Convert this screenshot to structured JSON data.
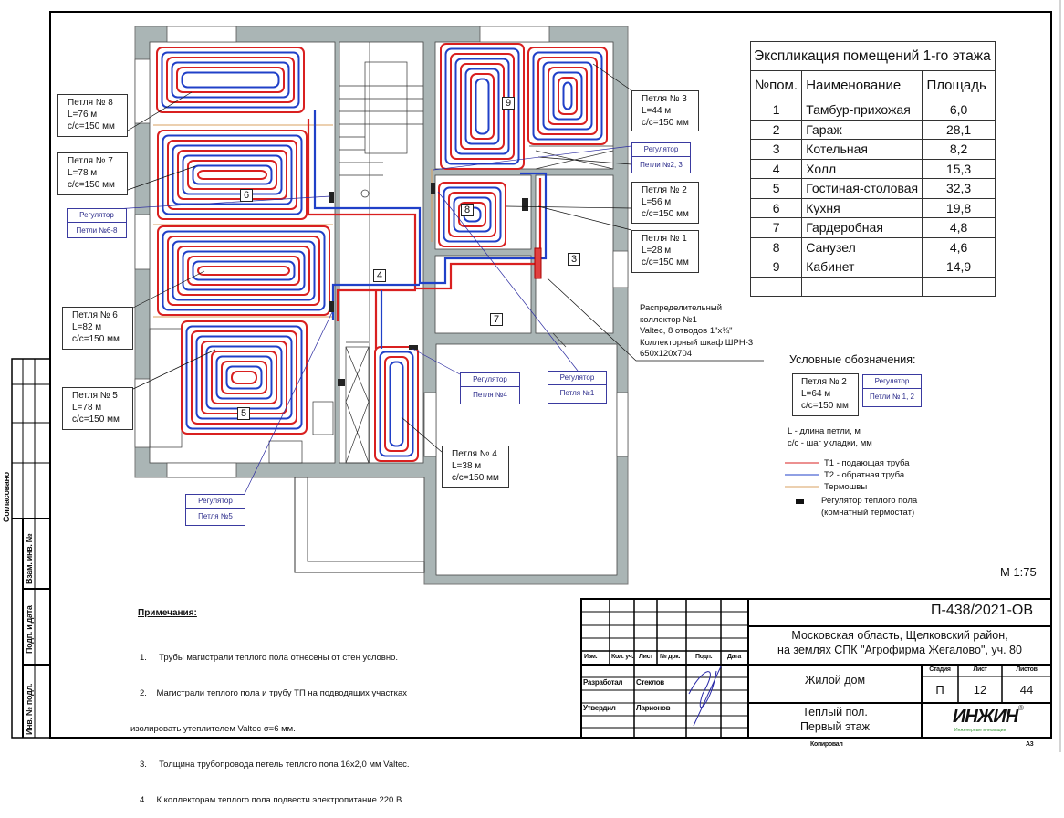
{
  "explication": {
    "title": "Экспликация помещений 1-го этажа",
    "headers": [
      "№пом.",
      "Наименование",
      "Площадь"
    ],
    "rows": [
      [
        "1",
        "Тамбур-прихожая",
        "6,0"
      ],
      [
        "2",
        "Гараж",
        "28,1"
      ],
      [
        "3",
        "Котельная",
        "8,2"
      ],
      [
        "4",
        "Холл",
        "15,3"
      ],
      [
        "5",
        "Гостиная-столовая",
        "32,3"
      ],
      [
        "6",
        "Кухня",
        "19,8"
      ],
      [
        "7",
        "Гардеробная",
        "4,8"
      ],
      [
        "8",
        "Санузел",
        "4,6"
      ],
      [
        "9",
        "Кабинет",
        "14,9"
      ]
    ]
  },
  "loops": {
    "l8": {
      "name": "Петля № 8",
      "length": "L=76 м",
      "step": "с/с=150 мм"
    },
    "l7": {
      "name": "Петля № 7",
      "length": "L=78 м",
      "step": "с/с=150 мм"
    },
    "l6": {
      "name": "Петля № 6",
      "length": "L=82 м",
      "step": "с/с=150 мм"
    },
    "l5": {
      "name": "Петля № 5",
      "length": "L=78 м",
      "step": "с/с=150 мм"
    },
    "l4": {
      "name": "Петля № 4",
      "length": "L=38 м",
      "step": "с/с=150 мм"
    },
    "l3": {
      "name": "Петля № 3",
      "length": "L=44 м",
      "step": "с/с=150 мм"
    },
    "l2": {
      "name": "Петля № 2",
      "length": "L=56 м",
      "step": "с/с=150 мм"
    },
    "l1": {
      "name": "Петля № 1",
      "length": "L=28 м",
      "step": "с/с=150 мм"
    }
  },
  "regulators": {
    "r68": {
      "title": "Регулятор",
      "loops": "Петли №6-8"
    },
    "r23": {
      "title": "Регулятор",
      "loops": "Петли №2, 3"
    },
    "r5": {
      "title": "Регулятор",
      "loops": "Петля №5"
    },
    "r4": {
      "title": "Регулятор",
      "loops": "Петля №4"
    },
    "r1": {
      "title": "Регулятор",
      "loops": "Петля №1"
    }
  },
  "rooms": {
    "r9": "9",
    "r6": "6",
    "r8": "8",
    "r4": "4",
    "r3": "3",
    "r7": "7",
    "r5": "5"
  },
  "collector": {
    "lines": [
      "Распределительный",
      "коллектор №1",
      "Valtec, 8 отводов 1\"x¾\"",
      "Коллекторный шкаф ШРН-3",
      "650x120x704"
    ]
  },
  "legend": {
    "title": "Условные обозначения:",
    "sample_loop": {
      "name": "Петля № 2",
      "length": "L=64 м",
      "step": "с/с=150 мм"
    },
    "sample_regulator": {
      "title": "Регулятор",
      "loops": "Петли № 1, 2"
    },
    "l_desc": "L - длина петли, м",
    "cc_desc": "с/с - шаг укладки, мм",
    "t1": "Т1 - подающая труба",
    "t2": "Т2 - обратная труба",
    "seams": "Термошвы",
    "reg1": "Регулятор теплого пола",
    "reg2": "(комнатный термостат)",
    "colors": {
      "supply": "#d92020",
      "return": "#2040c8",
      "seams": "#d8a060"
    }
  },
  "scale": "М 1:75",
  "notes": {
    "title": "Примечания:",
    "items": [
      "1.     Трубы магистрали теплого пола отнесены от стен условно.",
      "2.    Магистрали теплого пола и трубу ТП на подводящих участках",
      "изолировать утеплителем Valtec σ=6 мм.",
      "3.     Толщина трубопровода петель теплого пола 16x2,0 мм Valtec.",
      "4.    К коллекторам теплого пола подвести электропитание 220 В."
    ]
  },
  "title_block": {
    "code": "П-438/2021-ОВ",
    "address1": "Московская область, Щелковский район,",
    "address2": "на землях СПК \"Агрофирма Жегалово\", уч. 80",
    "cols": [
      "Изм.",
      "Кол. уч.",
      "Лист",
      "№ док.",
      "Подп.",
      "Дата"
    ],
    "developed_label": "Разработал",
    "developed_name": "Стеклов",
    "approved_label": "Утвердил",
    "approved_name": "Ларионов",
    "object": "Жилой дом",
    "stage_label": "Стадия",
    "sheet_label": "Лист",
    "sheets_label": "Листов",
    "stage": "П",
    "sheet": "12",
    "sheets": "44",
    "drawing1": "Теплый пол.",
    "drawing2": "Первый этаж",
    "logo": "ИНЖИН",
    "logo_sub": "Инженерные инновации",
    "copied": "Копировал",
    "format": "А3"
  },
  "side_stamp": {
    "agreed": "Согласовано",
    "replace_inv": "Взам. инв. №",
    "sign_date": "Подп. и дата",
    "inv_orig": "Инв. № подл."
  }
}
